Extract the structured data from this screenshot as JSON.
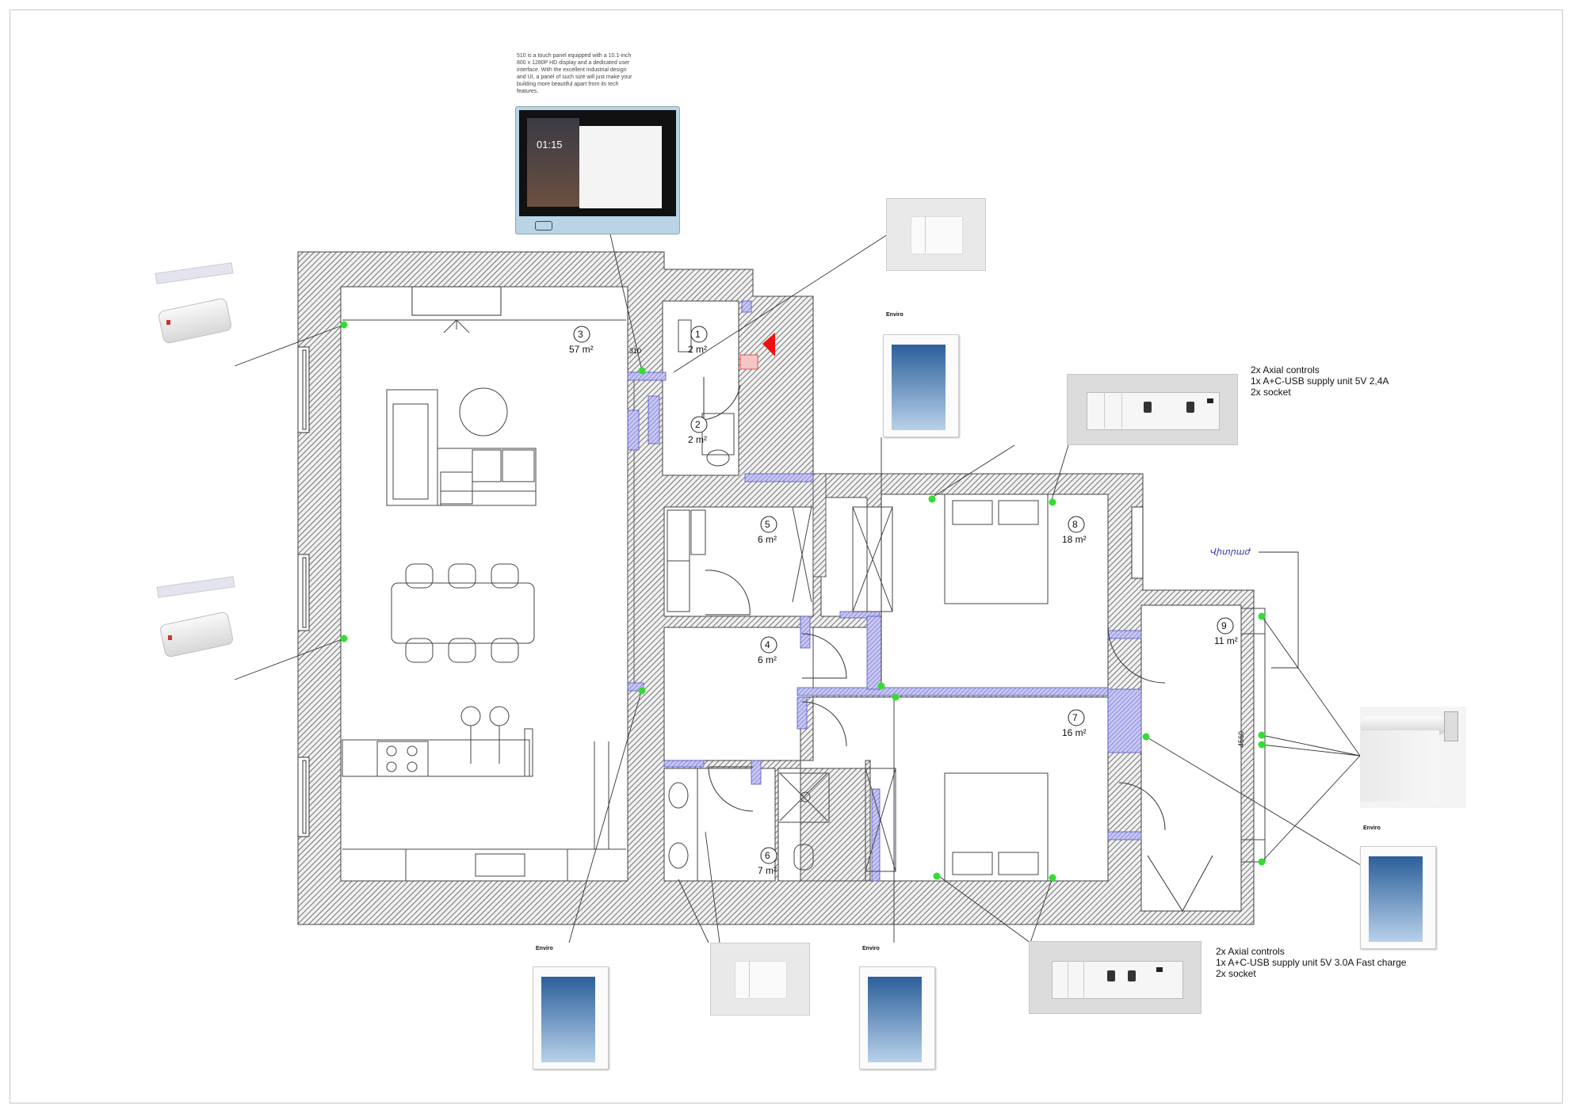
{
  "touch_panel": {
    "description": "510 is a touch panel equipped with a 10.1-inch 800 x 1280P HD display and a dedicated user interface. With the excellent industrial design and UI, a panel of such size will just make your building more beautiful apart from its tech features.",
    "screen_time": "01:15"
  },
  "rooms": [
    {
      "number": "1",
      "area": "2 m²"
    },
    {
      "number": "2",
      "area": "2 m²"
    },
    {
      "number": "3",
      "area": "57 m²"
    },
    {
      "number": "4",
      "area": "6 m²"
    },
    {
      "number": "5",
      "area": "6 m²"
    },
    {
      "number": "6",
      "area": "7 m²"
    },
    {
      "number": "7",
      "area": "16 m²"
    },
    {
      "number": "8",
      "area": "18 m²"
    },
    {
      "number": "9",
      "area": "11 m²"
    }
  ],
  "dimensions": {
    "small": "310",
    "wardrobe": "4560"
  },
  "annotations": {
    "enviro": "Enviro",
    "balcony_label": "Վիտրաժ",
    "switch_group_1": [
      "2x Axial controls",
      "1x A+C-USB supply unit 5V 2,4A",
      "2x socket"
    ],
    "switch_group_2": [
      "2x Axial controls",
      "1x A+C-USB supply unit 5V 3.0A Fast charge",
      "2x socket"
    ]
  },
  "colors": {
    "wall_hatch": "#555555",
    "opening_blue": "#7777dd",
    "marker_green": "#33dd33",
    "entrance_red": "#ee1111",
    "balcony_text": "#3333aa"
  }
}
